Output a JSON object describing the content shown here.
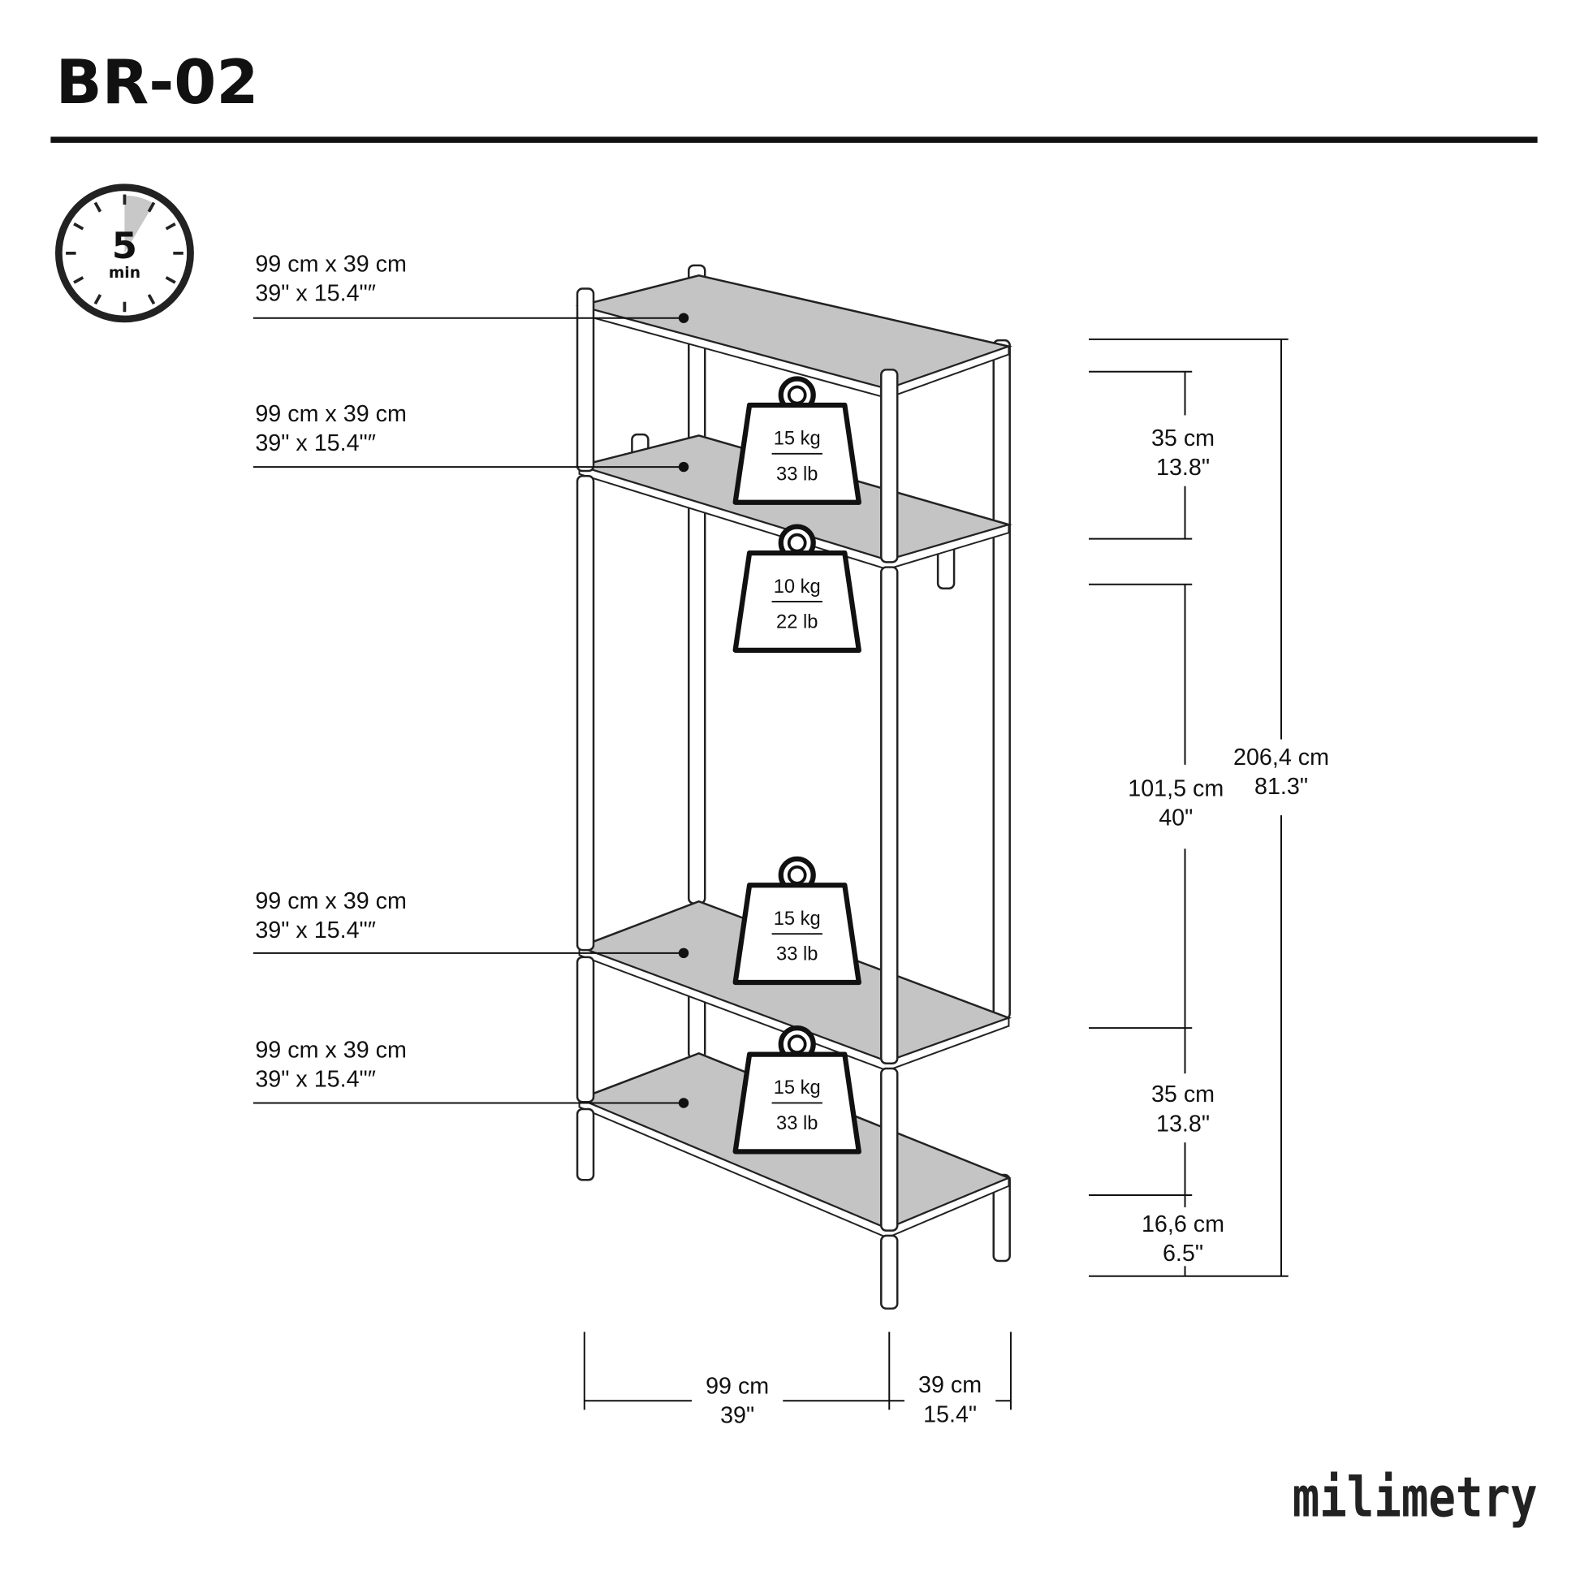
{
  "title": "BR-02",
  "assembly_time": {
    "value": "5",
    "unit": "min"
  },
  "shelf_labels": [
    {
      "metric": "99 cm x 39 cm",
      "imperial": "39\" x 15.4\"″"
    },
    {
      "metric": "99 cm x 39 cm",
      "imperial": "39\" x 15.4\"″"
    },
    {
      "metric": "99 cm x 39 cm",
      "imperial": "39\" x 15.4\"″"
    },
    {
      "metric": "99 cm x 39 cm",
      "imperial": "39\" x 15.4\"″"
    }
  ],
  "load_limits": [
    {
      "metric": "15 kg",
      "imperial": "33 lb"
    },
    {
      "metric": "10 kg",
      "imperial": "22 lb"
    },
    {
      "metric": "15 kg",
      "imperial": "33 lb"
    },
    {
      "metric": "15 kg",
      "imperial": "33 lb"
    }
  ],
  "heights": [
    {
      "metric": "35 cm",
      "imperial": "13.8\""
    },
    {
      "metric": "101,5 cm",
      "imperial": "40\""
    },
    {
      "metric": "35 cm",
      "imperial": "13.8\""
    },
    {
      "metric": "16,6 cm",
      "imperial": "6.5\""
    }
  ],
  "total_height": {
    "metric": "206,4 cm",
    "imperial": "81.3\""
  },
  "width": {
    "metric": "99 cm",
    "imperial": "39\""
  },
  "depth": {
    "metric": "39 cm",
    "imperial": "15.4\""
  },
  "brand": "milimetry"
}
